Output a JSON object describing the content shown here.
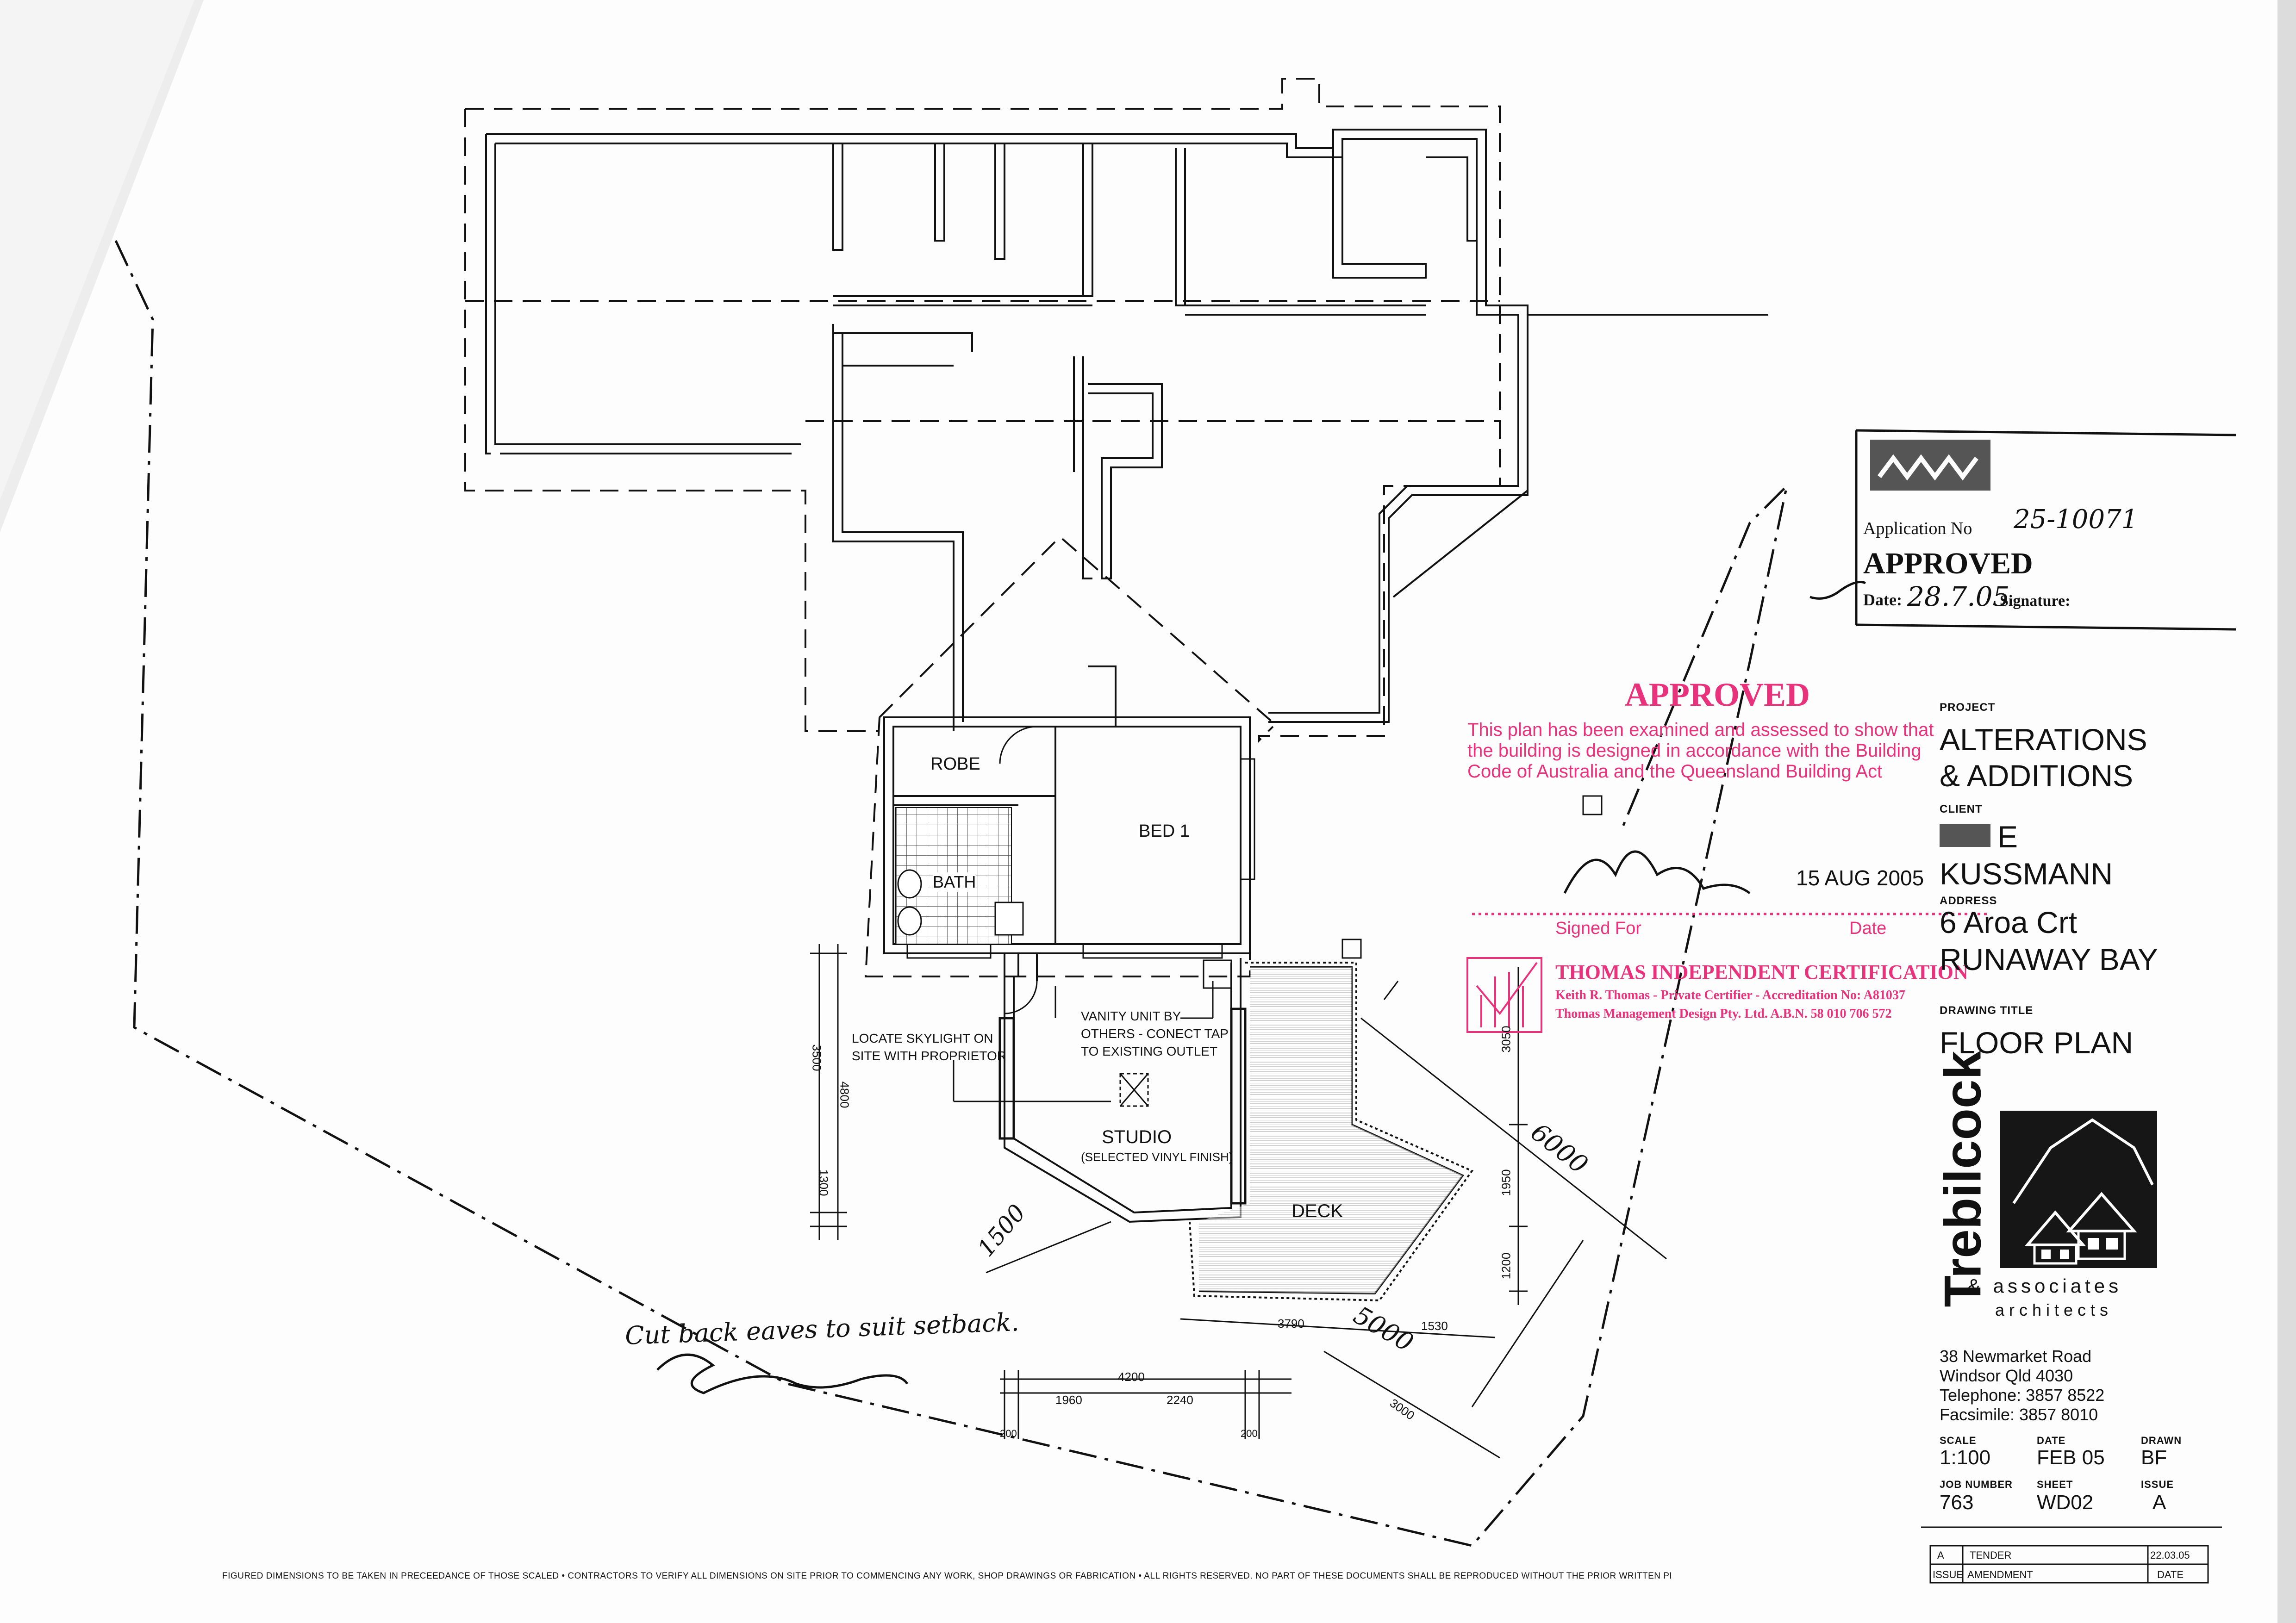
{
  "rooms": {
    "robe": "ROBE",
    "bed1": "BED 1",
    "bath": "BATH",
    "studio": "STUDIO",
    "studio_finish": "(SELECTED VINYL FINISH)",
    "deck": "DECK"
  },
  "notes": {
    "vanity_1": "VANITY UNIT BY",
    "vanity_2": "OTHERS - CONECT TAP",
    "vanity_3": "TO EXISTING OUTLET",
    "skylight_1": "LOCATE SKYLIGHT ON",
    "skylight_2": "SITE WITH PROPRIETOR",
    "handwritten": "Cut back eaves to suit setback."
  },
  "dimensions": {
    "d3500": "3500",
    "d4800": "4800",
    "d1300": "1300",
    "d3050": "3050",
    "d1950": "1950",
    "d1200": "1200",
    "d6000": "6000",
    "d1500": "1500",
    "d3790": "3790",
    "d5000": "5000",
    "d1530": "1530",
    "d4200": "4200",
    "d1960": "1960",
    "d2240": "2240",
    "d200a": "200",
    "d200b": "200",
    "d3000": "3000"
  },
  "stamp_application": {
    "app_label": "Application No",
    "app_no": "25-10071",
    "approved": "APPROVED",
    "date_label": "Date:",
    "date_value": "28.7.05",
    "sig_label": "Signature:"
  },
  "stamp_certifier": {
    "approved": "APPROVED",
    "line1": "This plan has been examined and assessed to show that",
    "line2": "the building is designed in accordance with the Building",
    "line3": "Code of Australia and the Queensland Building Act",
    "date": "15 AUG 2005",
    "signed_for": "Signed For",
    "date_label": "Date",
    "company": "THOMAS INDEPENDENT CERTIFICATION",
    "certifier": "Keith R. Thomas - Private Certifier - Accreditation No: A81037",
    "abn": "Thomas Management Design Pty. Ltd.   A.B.N. 58 010 706 572"
  },
  "title_block": {
    "project_label": "PROJECT",
    "project_1": "ALTERATIONS",
    "project_2": "& ADDITIONS",
    "client_label": "CLIENT",
    "client_1": "E",
    "client_2": "KUSSMANN",
    "address_label": "ADDRESS",
    "address_1": "6 Aroa Crt",
    "address_2": "RUNAWAY BAY",
    "drawing_title_label": "DRAWING TITLE",
    "drawing_title": "FLOOR PLAN",
    "firm_name": "Trebilcock",
    "firm_sub1": "& associates",
    "firm_sub2": "architects",
    "firm_addr1": "38 Newmarket Road",
    "firm_addr2": "Windsor  Qld    4030",
    "firm_tel": "Telephone:  3857 8522",
    "firm_fax": "Facsimile:  3857 8010",
    "scale_label": "SCALE",
    "scale": "1:100",
    "date_label": "DATE",
    "date": "FEB 05",
    "drawn_label": "DRAWN",
    "drawn": "BF",
    "job_label": "JOB NUMBER",
    "job": "763",
    "sheet_label": "SHEET",
    "sheet": "WD02",
    "issue_label": "ISSUE",
    "issue": "A",
    "rev_issue": "A",
    "rev_desc": "TENDER",
    "rev_date": "22.03.05",
    "rev_h_issue": "ISSUE",
    "rev_h_amend": "AMENDMENT",
    "rev_h_date": "DATE"
  },
  "footer": "FIGURED DIMENSIONS TO BE TAKEN IN PRECEEDANCE OF THOSE SCALED   •   CONTRACTORS TO VERIFY ALL DIMENSIONS ON SITE PRIOR TO COMMENCING ANY WORK, SHOP DRAWINGS OR FABRICATION   •   ALL RIGHTS RESERVED. NO PART OF THESE DOCUMENTS SHALL BE REPRODUCED WITHOUT THE PRIOR WRITTEN PERMISSION OF TREBILCOCK AND ASSOCIATES ARCHITECTS",
  "colors": {
    "ink": "#111111",
    "stamp": "#e8327c",
    "paper": "#fdfdfd"
  }
}
